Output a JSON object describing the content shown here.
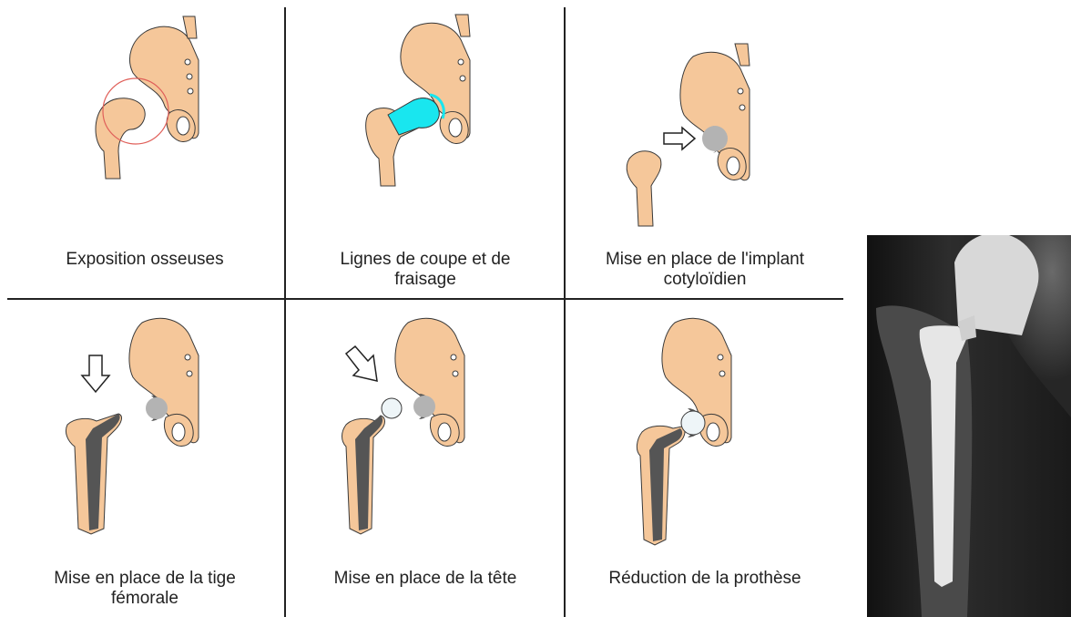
{
  "steps": [
    {
      "caption": "Exposition osseuses"
    },
    {
      "caption": "Lignes de coupe et de\nfraisage"
    },
    {
      "caption": "Mise en place de l'implant\ncotyloïdien"
    },
    {
      "caption": "Mise en place de la tige\nfémorale"
    },
    {
      "caption": "Mise en place de la tête"
    },
    {
      "caption": "Réduction de la prothèse"
    }
  ],
  "colors": {
    "bone": "#f5c79a",
    "outline": "#3a3a3a",
    "cut_highlight": "#19e6ef",
    "implant_gray": "#b3b3b3",
    "stem_dark": "#555555",
    "head_white": "#eef5f8",
    "exposure_circle": "#e0605a"
  },
  "icons": [
    "arrow-right-icon",
    "arrow-down-icon",
    "arrow-diagonal-icon"
  ]
}
